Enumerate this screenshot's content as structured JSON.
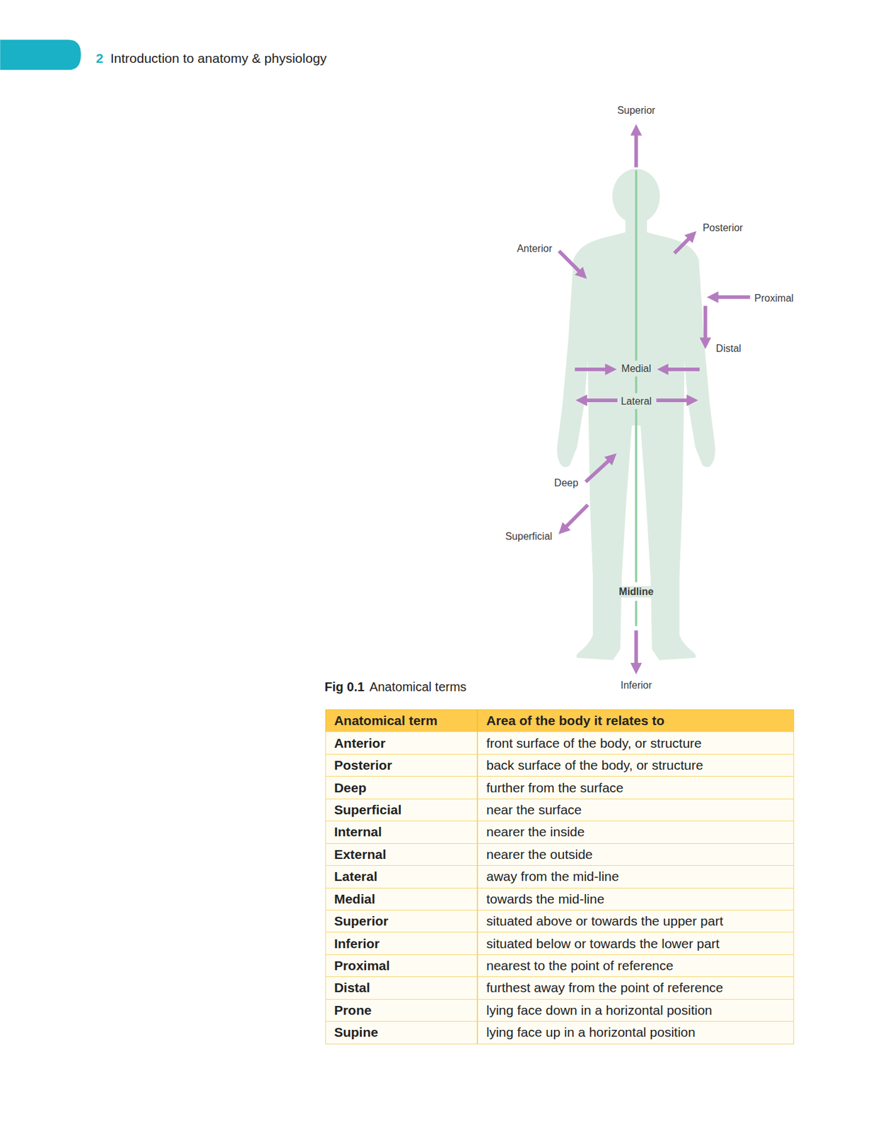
{
  "diagram": {
    "caption": "Anatomical terms",
    "labels": [
      "2",
      "Introduction to anatomy & physiology",
      "Superior",
      "Posterior",
      "Anterior",
      "Proximal",
      "Distal",
      "Medial",
      "Lateral",
      "Deep",
      "Superficial",
      "Midline",
      "Inferior",
      "Fig 0.1",
      "Anatomical term",
      "Area of the body it relates to",
      "Anterior",
      "front surface of the body, or structure",
      "Posterior",
      "back surface of the body, or structure",
      "Deep",
      "further from the surface",
      "Superficial",
      "near the surface",
      "Internal",
      "nearer the inside",
      "External",
      "nearer the outside",
      "Lateral",
      "away from the mid-line",
      "Medial",
      "towards the mid-line",
      "Superior",
      "situated above or towards the upper part",
      "Inferior",
      "situated below or towards the lower part",
      "Proximal",
      "nearest to the point of reference",
      "Distal",
      "furthest away from the point of reference",
      "Prone",
      "lying face down in a horizontal position",
      "Supine",
      "lying face up in a horizontal position"
    ]
  }
}
